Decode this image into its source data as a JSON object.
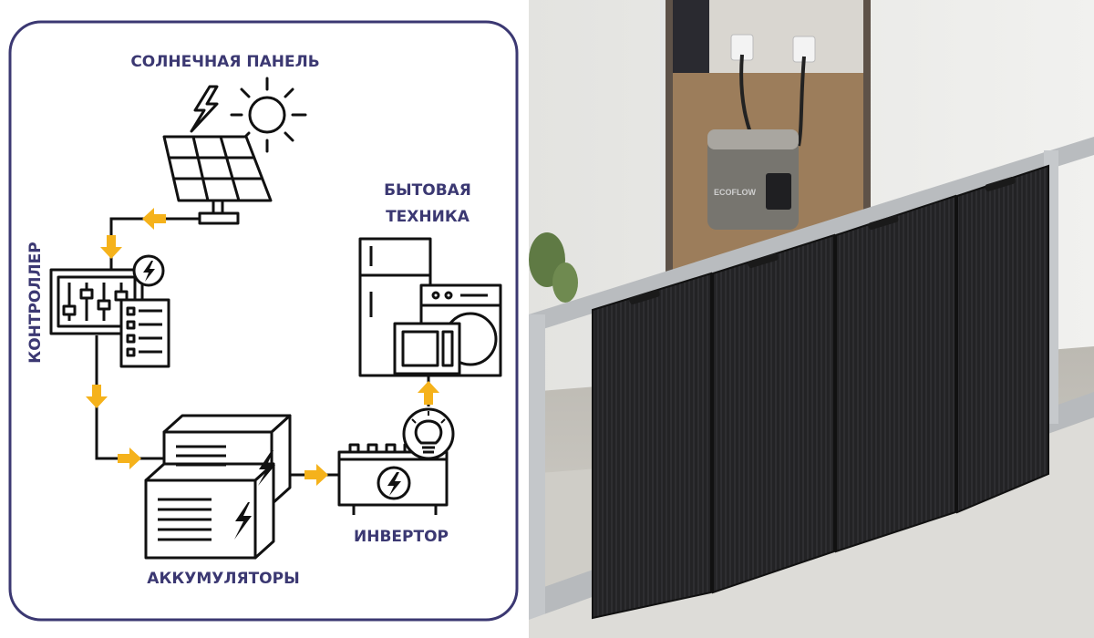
{
  "colors": {
    "frame": "#3b3872",
    "label": "#3b3872",
    "arrow": "#f5b21b",
    "line": "#111111"
  },
  "diagram": {
    "labels": {
      "solar_panel": "СОЛНЕЧНАЯ ПАНЕЛЬ",
      "controller": "КОНТРОЛЛЕР",
      "appliances_line1": "БЫТОВАЯ",
      "appliances_line2": "ТЕХНИКА",
      "inverter": "ИНВЕРТОР",
      "batteries": "АККУМУЛЯТОРЫ"
    }
  },
  "photo": {
    "station_brand": "ECOFLOW"
  }
}
